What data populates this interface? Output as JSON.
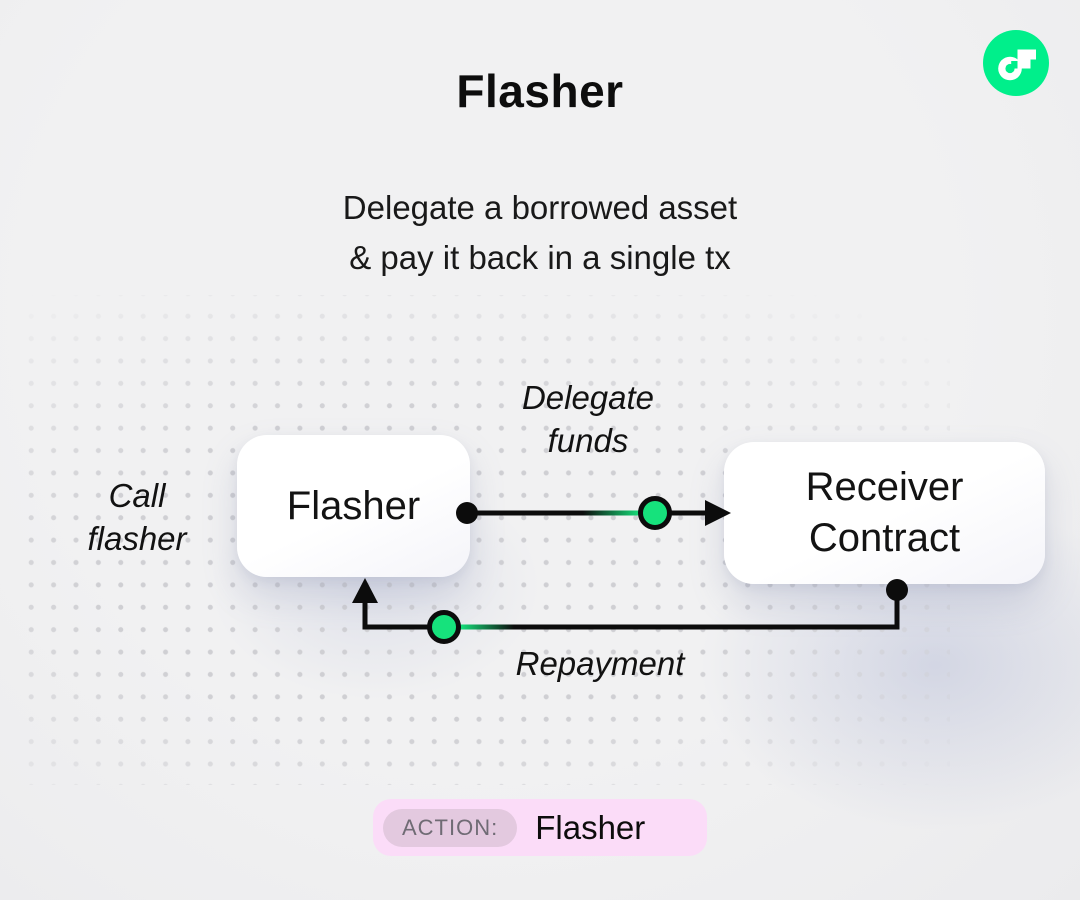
{
  "header": {
    "title": "Flasher",
    "subtitle_lines": [
      "Delegate a borrowed asset",
      "& pay it back in a single tx"
    ]
  },
  "logo": {
    "name": "flow-logo",
    "green": "#00ef8b"
  },
  "diagram": {
    "call_label_lines": [
      "Call",
      "flasher"
    ],
    "flasher_node_label": "Flasher",
    "receiver_node_lines": [
      "Receiver",
      "Contract"
    ],
    "delegate_label_lines": [
      "Delegate",
      "funds"
    ],
    "repayment_label": "Repayment",
    "colors": {
      "accent_green": "#16e27c",
      "line": "#0c0c0c",
      "node_bg": "#ffffff",
      "dot_grid": "#cfcfd3"
    }
  },
  "action_bar": {
    "badge_label": "ACTION:",
    "value": "Flasher",
    "pill_bg": "#fbdcf8",
    "badge_bg": "#e3c9df",
    "badge_text_color": "#6f6b74"
  }
}
